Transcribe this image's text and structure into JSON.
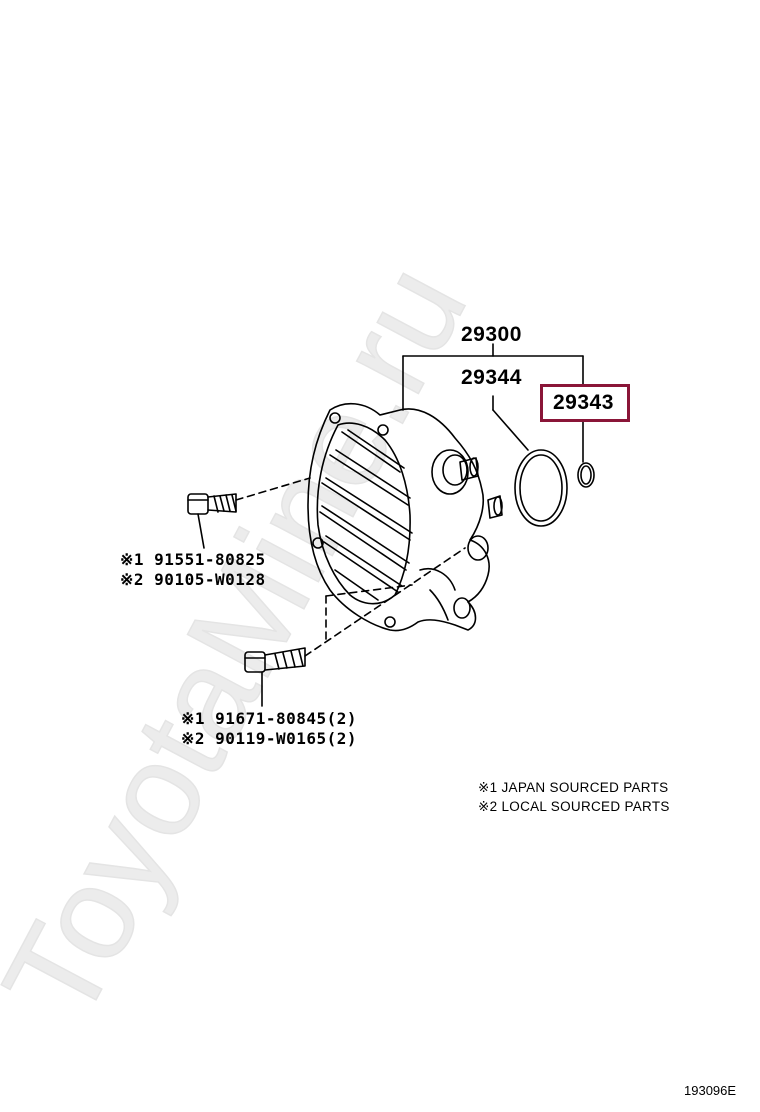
{
  "assembly": {
    "main_part": "29300",
    "gasket_part": "29344",
    "oring_part": "29343"
  },
  "bolts": [
    {
      "lines": [
        "※1 91551-80825",
        "※2 90105-W0128"
      ]
    },
    {
      "lines": [
        "※1 91671-80845(2)",
        "※2 90119-W0165(2)"
      ]
    }
  ],
  "legend": {
    "line1": "※1 JAPAN SOURCED PARTS",
    "line2": "※2 LOCAL SOURCED PARTS"
  },
  "watermark": "ToyotaMine.ru",
  "diagram_code": "193096E",
  "colors": {
    "highlight": "#8a1538",
    "watermark": "#ececec",
    "ink": "#000000"
  }
}
